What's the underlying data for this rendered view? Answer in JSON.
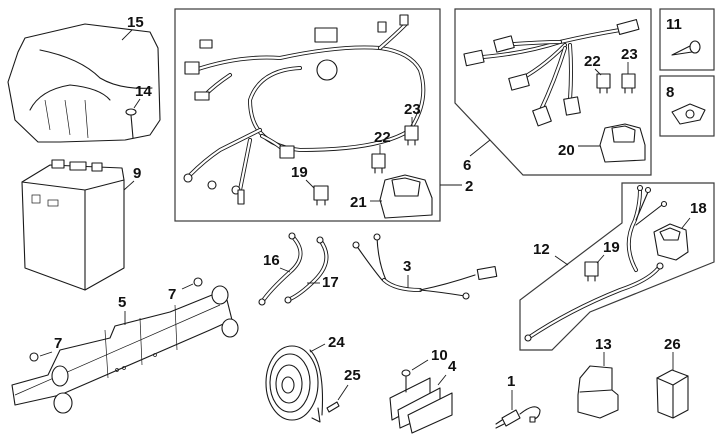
{
  "diagram": {
    "type": "exploded parts diagram",
    "subject": "electrical system parts",
    "callouts": [
      {
        "id": "1",
        "part": "bulb socket with wire"
      },
      {
        "id": "2",
        "part": "main wiring harness"
      },
      {
        "id": "3",
        "part": "sub wire harness"
      },
      {
        "id": "4",
        "part": "regulator rectifier"
      },
      {
        "id": "5",
        "part": "battery box stay"
      },
      {
        "id": "6",
        "part": "fuse box sub harness"
      },
      {
        "id": "7",
        "part": "nut"
      },
      {
        "id": "8",
        "part": "clip nut"
      },
      {
        "id": "9",
        "part": "battery"
      },
      {
        "id": "10",
        "part": "bolt"
      },
      {
        "id": "11",
        "part": "tapping screw"
      },
      {
        "id": "12",
        "part": "starter cable / relay wire"
      },
      {
        "id": "13",
        "part": "starter relay"
      },
      {
        "id": "14",
        "part": "bolt"
      },
      {
        "id": "15",
        "part": "battery cover"
      },
      {
        "id": "16",
        "part": "cable"
      },
      {
        "id": "17",
        "part": "cable"
      },
      {
        "id": "18",
        "part": "relay cover"
      },
      {
        "id": "19",
        "part": "fuse"
      },
      {
        "id": "20",
        "part": "fuse box"
      },
      {
        "id": "21",
        "part": "fuse box"
      },
      {
        "id": "22",
        "part": "fuse"
      },
      {
        "id": "23",
        "part": "fuse"
      },
      {
        "id": "24",
        "part": "horn"
      },
      {
        "id": "25",
        "part": "bolt"
      },
      {
        "id": "26",
        "part": "flasher relay"
      }
    ],
    "labels": {
      "l15": "15",
      "l14": "14",
      "l9": "9",
      "l5": "5",
      "l7a": "7",
      "l7b": "7",
      "l19a": "19",
      "l22a": "22",
      "l23a": "23",
      "l21": "21",
      "l2": "2",
      "l6": "6",
      "l22b": "22",
      "l23b": "23",
      "l20": "20",
      "l11": "11",
      "l8": "8",
      "l16": "16",
      "l17": "17",
      "l3": "3",
      "l24": "24",
      "l25": "25",
      "l10": "10",
      "l4": "4",
      "l1": "1",
      "l12": "12",
      "l19b": "19",
      "l18": "18",
      "l13": "13",
      "l26": "26"
    }
  }
}
